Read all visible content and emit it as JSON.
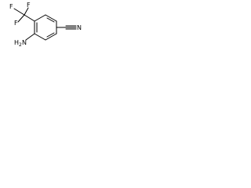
{
  "molecule": {
    "labels": {
      "fluorine_upper_left": "F",
      "fluorine_upper_right": "F",
      "fluorine_lower": "F",
      "amino": "H",
      "amino_subscript": "2",
      "amino_n": "N",
      "nitrile_n": "N"
    },
    "colors": {
      "bond": "#000000",
      "text": "#000000",
      "background": "#ffffff"
    }
  }
}
